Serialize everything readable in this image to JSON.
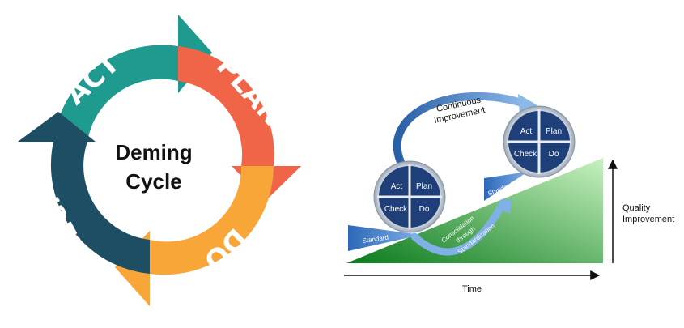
{
  "deming_cycle": {
    "center_title_line1": "Deming",
    "center_title_line2": "Cycle",
    "segments": [
      {
        "label": "ACT",
        "color": "#1f9a8f"
      },
      {
        "label": "PLAN",
        "color": "#f06447"
      },
      {
        "label": "DO",
        "color": "#f7a637"
      },
      {
        "label": "CHECK",
        "color": "#1d4e64"
      }
    ]
  },
  "improvement_diagram": {
    "arrow_label_line1": "Continuous",
    "arrow_label_line2": "Improvement",
    "lower_wheel": {
      "q1": "Act",
      "q2": "Plan",
      "q3": "Check",
      "q4": "Do"
    },
    "upper_wheel": {
      "q1": "Act",
      "q2": "Plan",
      "q3": "Check",
      "q4": "Do"
    },
    "standard_label_low": "Standard",
    "standard_label_high": "Standard",
    "consolidation_line1": "Consolidation",
    "consolidation_line2": "through",
    "consolidation_line3": "Standardization",
    "x_axis_label": "Time",
    "y_axis_label_line1": "Quality",
    "y_axis_label_line2": "Improvement",
    "colors": {
      "ramp_green": "#2fb52f",
      "wheel_blue": "#1f3f78",
      "wedge_blue": "#3b78c4"
    }
  }
}
